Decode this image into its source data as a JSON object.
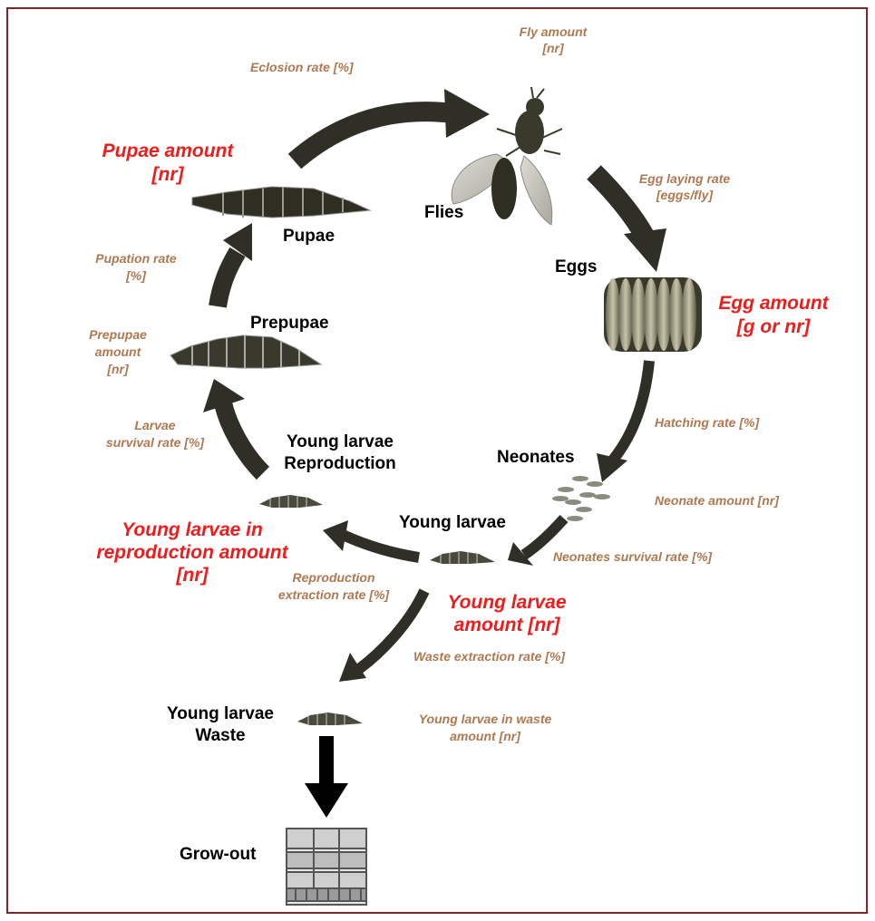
{
  "stages": {
    "flies": "Flies",
    "eggs": "Eggs",
    "neonates": "Neonates",
    "young_larvae": "Young larvae",
    "young_larvae_reproduction_1": "Young larvae",
    "young_larvae_reproduction_2": "Reproduction",
    "prepupae": "Prepupae",
    "pupae": "Pupae",
    "young_larvae_waste_1": "Young larvae",
    "young_larvae_waste_2": "Waste",
    "grow_out": "Grow-out"
  },
  "rates": {
    "fly_amount_1": "Fly amount",
    "fly_amount_2": "[nr]",
    "eclosion_rate": "Eclosion rate [%]",
    "egg_laying_rate_1": "Egg laying rate",
    "egg_laying_rate_2": "[eggs/fly]",
    "hatching_rate": "Hatching rate [%]",
    "neonate_amount": "Neonate amount  [nr]",
    "neonates_survival_rate": "Neonates survival rate  [%]",
    "reproduction_extraction_rate_1": "Reproduction",
    "reproduction_extraction_rate_2": "extraction rate [%]",
    "waste_extraction_rate": "Waste extraction rate [%]",
    "young_larvae_in_waste_amount_1": "Young larvae in waste",
    "young_larvae_in_waste_amount_2": "amount [nr]",
    "larvae_survival_rate_1": "Larvae",
    "larvae_survival_rate_2": "survival rate [%]",
    "prepupae_amount_1": "Prepupae",
    "prepupae_amount_2": "amount",
    "prepupae_amount_3": "[nr]",
    "pupation_rate_1": "Pupation rate",
    "pupation_rate_2": "[%]"
  },
  "amounts": {
    "pupae_amount_1": "Pupae amount",
    "pupae_amount_2": "[nr]",
    "egg_amount_1": "Egg amount",
    "egg_amount_2": "[g or nr]",
    "young_larvae_reproduction_amount_1": "Young larvae in",
    "young_larvae_reproduction_amount_2": "reproduction amount",
    "young_larvae_reproduction_amount_3": "[nr]",
    "young_larvae_amount_1": "Young larvae",
    "young_larvae_amount_2": "amount [nr]"
  },
  "colors": {
    "stage_text": "#000000",
    "rate_text": "#b07850",
    "amount_text": "#ee1c1c",
    "arrow": "#2f2f28",
    "frame": "#7a2a2a"
  }
}
